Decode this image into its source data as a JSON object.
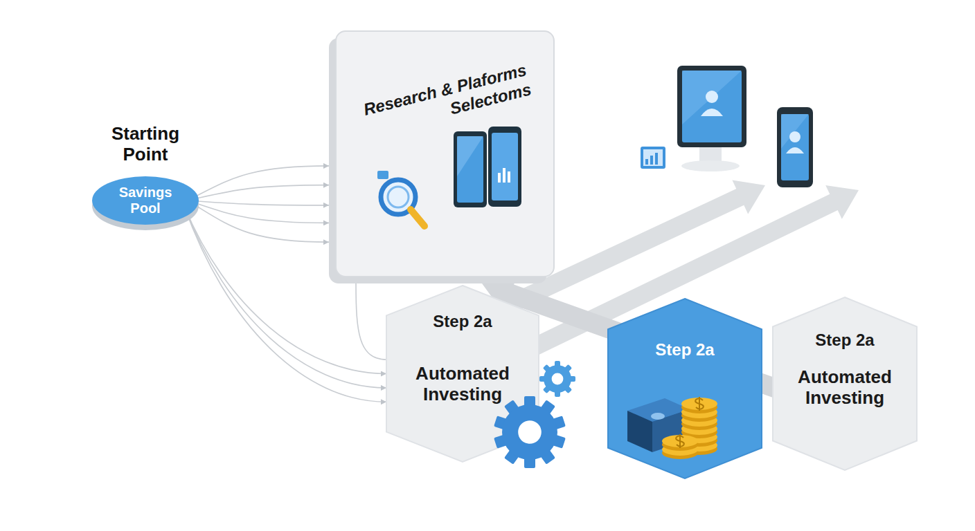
{
  "diagram": {
    "nodes": [
      {
        "text": [
          "Starting Point",
          "Savings Pool"
        ]
      },
      {
        "text": [
          "Research & Plaforms Selectoms"
        ]
      },
      {
        "text": [
          "Step 2a",
          "Automated Investing"
        ]
      },
      {
        "text": [
          "Step 2a"
        ]
      },
      {
        "text": [
          "Step 2a",
          "Automated Investing"
        ]
      }
    ],
    "edges": [
      {
        "from": 0,
        "to": 1,
        "arrow": "to"
      },
      {
        "from": 0,
        "to": 1,
        "arrow": "to"
      },
      {
        "from": 0,
        "to": 1,
        "arrow": "to"
      },
      {
        "from": 0,
        "to": 1,
        "arrow": "to"
      },
      {
        "from": 0,
        "to": 1,
        "arrow": "to"
      },
      {
        "from": 0,
        "to": 2,
        "arrow": "to"
      },
      {
        "from": 0,
        "to": 2,
        "arrow": "to"
      },
      {
        "from": 0,
        "to": 2,
        "arrow": "to"
      },
      {
        "from": 1,
        "to": 2,
        "arrow": "none"
      },
      {
        "from": 4,
        "to": 1,
        "arrow": "to"
      }
    ]
  }
}
